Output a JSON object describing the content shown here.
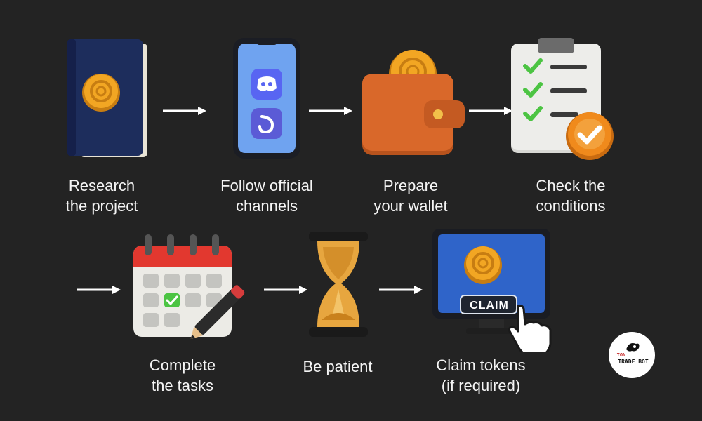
{
  "steps": [
    {
      "line1": "Research",
      "line2": "the project",
      "icon": "book-icon"
    },
    {
      "line1": "Follow official",
      "line2": "channels",
      "icon": "phone-icon"
    },
    {
      "line1": "Prepare",
      "line2": "your wallet",
      "icon": "wallet-icon"
    },
    {
      "line1": "Check the",
      "line2": "conditions",
      "icon": "checklist-icon"
    },
    {
      "line1": "Complete",
      "line2": "the tasks",
      "icon": "calendar-icon"
    },
    {
      "line1": "Be patient",
      "line2": "",
      "icon": "hourglass-icon"
    },
    {
      "line1": "Claim tokens",
      "line2": "(if required)",
      "icon": "monitor-icon"
    }
  ],
  "claim_button": "CLAIM",
  "logo": {
    "top": "TON",
    "bottom": "TRADE BOT",
    "icon": "bull-logo-icon"
  },
  "colors": {
    "background": "#232323",
    "coin": "#f2a623",
    "book": "#1d2d5c",
    "phone": "#6fa3f0",
    "wallet": "#d9682a",
    "calendar_top": "#e2382f",
    "check": "#4cc443",
    "monitor_screen": "#2f64c9",
    "orange_badge": "#f08a1c"
  }
}
